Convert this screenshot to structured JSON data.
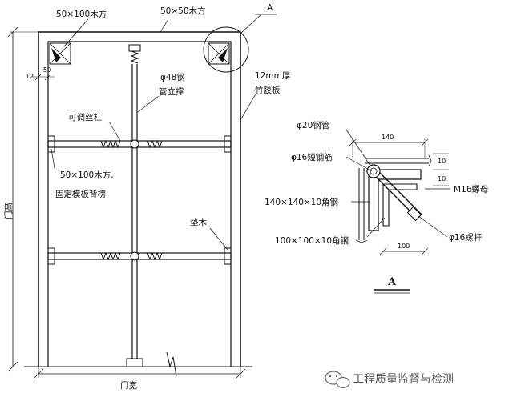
{
  "labels": {
    "timber_50x100": "50×100木方",
    "timber_50x50": "50×50木方",
    "detail_ref": "A",
    "steel_pipe_line1": "φ48钢",
    "steel_pipe_line2": "管立撑",
    "plywood_line1": "12mm厚",
    "plywood_line2": "竹胶板",
    "adjustable_screw": "可调丝杠",
    "backing_line1": "50×100木方,",
    "backing_line2": "固定模板背楞",
    "door_height": "门高",
    "pad_wood": "垫木",
    "door_width": "门宽",
    "dim_12": "12",
    "dim_50": "50"
  },
  "detail": {
    "steel_pipe": "φ20钢管",
    "short_rebar": "φ16短钢筋",
    "angle_140": "140×140×10角钢",
    "angle_100": "100×100×10角钢",
    "bolt_nut": "M16螺母",
    "bolt_rod": "φ16螺杆",
    "dim_140": "140",
    "dim_100": "100",
    "dim_side_1": "10",
    "dim_side_2": "10",
    "title": "A"
  },
  "watermark": "工程质量监督与检测"
}
